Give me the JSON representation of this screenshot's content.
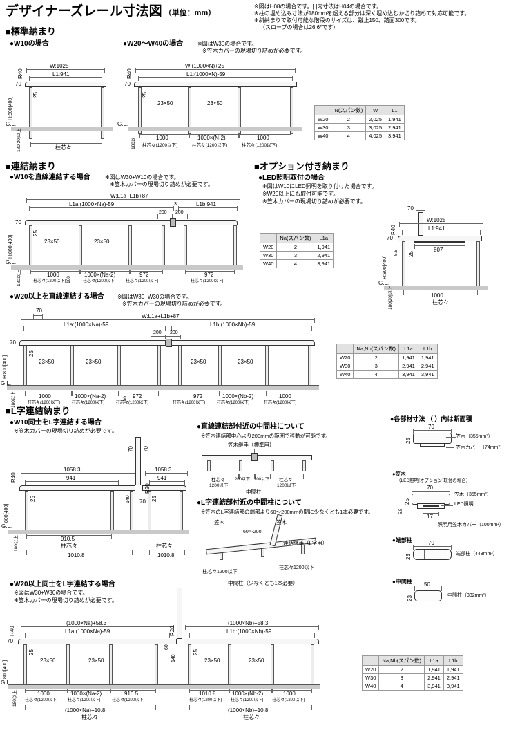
{
  "header": {
    "title": "デザイナーズレール寸法図",
    "unit": "（単位：mm）",
    "notes": [
      "※図はH08の場合です。[ ]内寸法はH04の場合です。",
      "※柱の埋め込み寸法が180mmを超える部分は深く埋め込むか切り詰めて対応可能です。",
      "※斜納まりで取付可能な階段のサイズは、蹴上150、踏面300です。",
      "（スロープの場合は26.6°です）"
    ]
  },
  "sections": {
    "standard": "■標準納まり",
    "renketsu": "■連結納まり",
    "option": "■オプション付き納まり",
    "lji": "■L字連結納まり"
  },
  "common": {
    "kasagi_note": "※笠木カバーの現場切り詰めが必要です。",
    "gl": "G.L.",
    "cc": "柱芯々",
    "cc1200": "柱芯々(1200以下)",
    "r40": "R40",
    "r20": "R20",
    "h800": "H:800[400]",
    "h800s": "800[400]",
    "embed": "180以上",
    "embed2": "180[20]以上",
    "d3": "3",
    "d17": "17",
    "d23": "23",
    "d25": "25",
    "d50": "50",
    "d5_5": "5.5",
    "d60": "60",
    "d70": "70",
    "d100": "100",
    "d140": "140",
    "d200": "200",
    "d807": "807",
    "d910": "910.5",
    "d941": "941",
    "d972": "972",
    "d1000": "1000",
    "d1010": "1010.8",
    "d1058": "1058.3",
    "post2350": "23×50"
  },
  "d1": {
    "title": "●W10の場合",
    "w": "W:1025",
    "l1": "L1:941"
  },
  "d2": {
    "title": "●W20～W40の場合",
    "note1": "※図はW30の場合です。",
    "w": "W:(1000×N)+25",
    "l1": "L1:(1000×N)-59",
    "span_mid": "1000×(N-2)"
  },
  "d3": {
    "title": "●W10を直線連結する場合",
    "note1": "※図はW30+W10の場合です。",
    "w": "W:L1a+L1b+87",
    "l1a": "L1a:(1000×Na)-59",
    "l1b": "L1b:941",
    "span_mid": "1000×(Na-2)"
  },
  "d4": {
    "title": "●W20以上を直線連結する場合",
    "note1": "※図はW30+W30の場合です。",
    "w": "W:L1a+L1b+87",
    "l1a": "L1a:(1000×Na)-59",
    "l1b": "L1b:(1000×Nb)-59",
    "span_a": "1000×(Na-2)",
    "span_b": "1000×(Nb-2)"
  },
  "opt": {
    "title": "●LED照明取付の場合",
    "note1": "※図はW10にLED照明を取り付けた場合です。",
    "note2": "※W20以上にも取付可能です。",
    "w": "W:1025",
    "l1": "L1:941"
  },
  "d5": {
    "title": "●W10同士をL字連結する場合"
  },
  "mid1": {
    "title": "●直線連結部付近の中間柱について",
    "note": "※笠木連結部中心より200mmの範囲で移動が可能です。",
    "joint": "笠木継手（標準用）",
    "cc": "柱芯々",
    "c1200": "1200以下",
    "c200": "200以下",
    "chukan": "中間柱"
  },
  "mid2": {
    "title": "●L字連結部付近の中間柱について",
    "note": "※笠木のL字連結部の端部より60～200mmの間に少なくとも1本必要です。",
    "kasagi": "笠木",
    "range": "60～200",
    "joint": "連結継手（L字用）",
    "cc1200": "柱芯々1200以下",
    "chukan": "中間柱（少なくとも1本必要）"
  },
  "parts": {
    "title": "●各部材寸法 （ ）内は断面積",
    "p1_l1": "笠木（355mm²）",
    "p1_l2": "笠木カバー（74mm²）",
    "p2_title": "●笠木",
    "p2_title2": "（LED照明[オプション]取付の場合）",
    "p2_l1": "笠木（355mm²）",
    "p2_l2": "LED照明",
    "p2_l3": "照明用笠木カバー（100mm²）",
    "p3_title": "●端部柱",
    "p3_l1": "端部柱（448mm²）",
    "p4_title": "●中間柱",
    "p4_l1": "中間柱（332mm²）"
  },
  "d6": {
    "title": "●W20以上同士をL字連結する場合",
    "note1": "※図はW30+W30の場合です。",
    "wa": "(1000×Na)+58.3",
    "l1a": "L1a:(1000×Na)-59",
    "wb": "(1000×Nb)+58.3",
    "l1b": "L1b:(1000×Nb)-59",
    "span_a": "1000×(Na-2)",
    "span_b": "1000×(Nb-2)",
    "wa2": "(1000×Na)+10.8",
    "wb2": "(1000×Nb)+10.8"
  },
  "tables": {
    "t1": {
      "headers": [
        "",
        "N(スパン数)",
        "W",
        "L1"
      ],
      "rows": [
        [
          "W20",
          "2",
          "2,025",
          "1,941"
        ],
        [
          "W30",
          "3",
          "3,025",
          "2,941"
        ],
        [
          "W40",
          "4",
          "4,025",
          "3,941"
        ]
      ]
    },
    "t2": {
      "headers": [
        "",
        "Na(スパン数)",
        "L1a"
      ],
      "rows": [
        [
          "W20",
          "2",
          "1,941"
        ],
        [
          "W30",
          "3",
          "2,941"
        ],
        [
          "W40",
          "4",
          "3,941"
        ]
      ]
    },
    "t3": {
      "headers": [
        "",
        "Na,Nb(スパン数)",
        "L1a",
        "L1b"
      ],
      "rows": [
        [
          "W20",
          "2",
          "1,941",
          "1,941"
        ],
        [
          "W30",
          "3",
          "2,941",
          "2,941"
        ],
        [
          "W40",
          "4",
          "3,941",
          "3,941"
        ]
      ]
    }
  }
}
